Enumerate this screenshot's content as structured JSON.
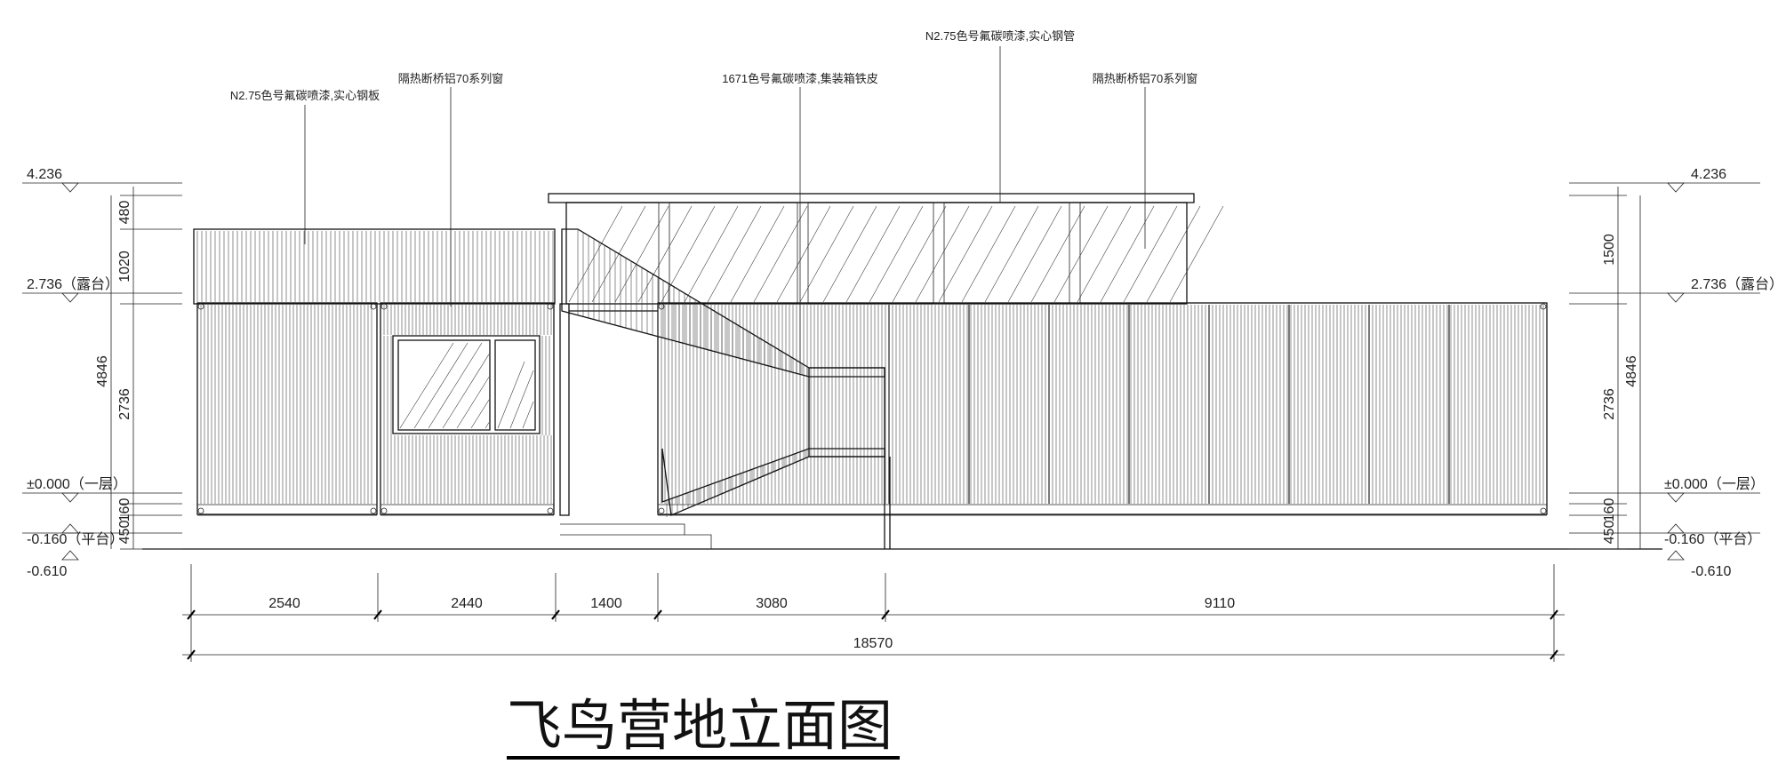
{
  "title": "飞鸟营地立面图",
  "annotations": [
    "N2.75色号氟碳喷漆,实心钢板",
    "隔热断桥铝70系列窗",
    "1671色号氟碳喷漆,集装箱铁皮",
    "N2.75色号氟碳喷漆,实心钢管",
    "隔热断桥铝70系列窗"
  ],
  "levels_left": [
    "4.236",
    "2.736（露台）",
    "±0.000（一层）",
    "-0.160（平台）",
    "-0.610"
  ],
  "levels_right": [
    "4.236",
    "2.736（露台）",
    "±0.000（一层）",
    "-0.160（平台）",
    "-0.610"
  ],
  "vertical_dims_left": {
    "inner": [
      "480",
      "1020",
      "2736",
      "160",
      "450"
    ],
    "total": "4846"
  },
  "vertical_dims_right": {
    "inner": [
      "1500",
      "2736",
      "160",
      "450"
    ],
    "total": "4846"
  },
  "horizontal_dims": [
    "2540",
    "2440",
    "1400",
    "3080",
    "9110"
  ],
  "overall_dim": "18570"
}
